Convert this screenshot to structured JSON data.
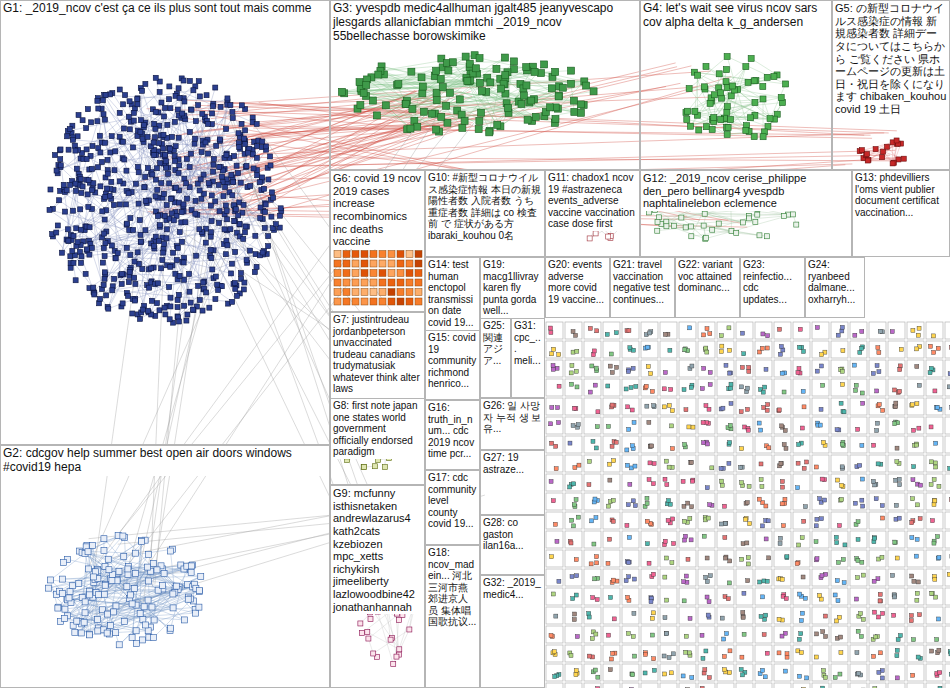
{
  "diagram": {
    "nodes": [
      {
        "text": [
          "G1: _2019_ncov c'est ça ce ils plus sont tout mais comme"
        ]
      },
      {
        "text": [
          "G2: cdcgov help summer best open air doors windows #covid19 hepa"
        ]
      },
      {
        "text": [
          "G3: yvespdb medic4allhuman jgalt485 jeanyvescapo jlesgards allanicfabian mmtchi _2019_ncov 55bellechasse borowskimike"
        ]
      },
      {
        "text": [
          "G4: let's wait see virus ncov sars cov alpha delta k_g_andersen"
        ]
      },
      {
        "text": [
          "G5: の新型コロナウイルス感染症の情報 新規感染者数 詳細データについてはこちらから ご覧ください 県ホームページの更新は土日・祝日を除くになります chibaken_kouhou covid 19 土日"
        ]
      },
      {
        "text": [
          "G6: covid 19 ncov 2019 cases increase recombinomics inc deaths vaccine"
        ]
      },
      {
        "text": [
          "G10: #新型コロナウイルス感染症情報 本日の新規陽性者数 入院者数 うち重症者数 詳細は co 検査前 で 症状がある方 ibaraki_kouhou 0名"
        ]
      },
      {
        "text": [
          "G11: chadox1 ncov 19 #astrazeneca events_adverse vaccine vaccination case dose first"
        ]
      },
      {
        "text": [
          "G12: _2019_ncov cerise_philippe den_pero bellinarg4 yvespdb naphtalinelebon eclemence"
        ]
      },
      {
        "text": [
          "G13: phdevilliers l'oms vient publier document certificat vaccination..."
        ]
      },
      {
        "text": [
          "G7: justintrudeau jordanbpeterson unvaccinated trudeau canadians trudymatusiak whatever think alter laws"
        ]
      },
      {
        "text": [
          "G8: first note japan one states world government officially endorsed paradigm"
        ]
      },
      {
        "text": [
          "G9: mcfunny isthisnetaken andrewlazarus4 kath2cats kzebiozen mpc_xetts richykirsh jimeeliberty lazlowoodbine42 jonathanhannah"
        ]
      },
      {
        "text": [
          "G14: test human enctopol transmission date covid 19..."
        ]
      },
      {
        "text": [
          "G15: covid 19 community richmond henrico..."
        ]
      },
      {
        "text": [
          "G16: truth_in_num... cdc 2019 ncov time pcr..."
        ]
      },
      {
        "text": [
          "G17: cdc community level county covid 19..."
        ]
      },
      {
        "text": [
          "G18: ncov_madein... 河北三河市燕郊进京人员 集体唱国歌抗议..."
        ]
      },
      {
        "text": [
          "G19: macg1llivray karen fly punta gorda well..."
        ]
      },
      {
        "text": [
          "G20: events adverse more covid 19 vaccine..."
        ]
      },
      {
        "text": [
          "G21: travel vaccination negative test continues..."
        ]
      },
      {
        "text": [
          "G22: variant voc attained dominanc..."
        ]
      },
      {
        "text": [
          "G23: reinfectio... cdc updates..."
        ]
      },
      {
        "text": [
          "G24: ryanbeed dalmane... oxharryh..."
        ]
      },
      {
        "text": [
          "G25: 関連 アジア..."
        ]
      },
      {
        "text": [
          "G31: cpc_... meli..."
        ]
      },
      {
        "text": [
          "G26: 일 사망자 누적 생 보유..."
        ]
      },
      {
        "text": [
          "G27: 19 astraze..."
        ]
      },
      {
        "text": [
          "G28: co gaston ilan16a..."
        ]
      },
      {
        "text": [
          "G32: _2019_ medic4..."
        ]
      }
    ]
  }
}
